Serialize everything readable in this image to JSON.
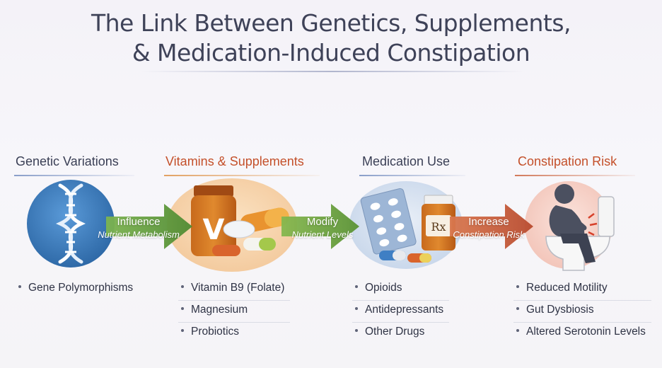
{
  "title": {
    "line1": "The Link Between Genetics, Supplements,",
    "line2": "& Medication-Induced Constipation"
  },
  "columns": [
    {
      "heading": "Genetic Variations",
      "heading_color": "#3a3f55",
      "items": [
        "Gene Polymorphisms"
      ],
      "icon": "dna-icon"
    },
    {
      "heading": "Vitamins & Supplements",
      "heading_color": "#c4502a",
      "items": [
        "Vitamin B9 (Folate)",
        "Magnesium",
        "Probiotics"
      ],
      "icon": "vitamin-bottle-icon",
      "bottle_letter": "V"
    },
    {
      "heading": "Medication Use",
      "heading_color": "#3a3f55",
      "items": [
        "Opioids",
        "Antidepressants",
        "Other Drugs"
      ],
      "icon": "medication-icon",
      "bottle_letter": "Rx"
    },
    {
      "heading": "Constipation Risk",
      "heading_color": "#c4502a",
      "items": [
        "Reduced Motility",
        "Gut Dysbiosis",
        "Altered Serotonin Levels"
      ],
      "icon": "person-on-toilet-icon"
    }
  ],
  "arrows": [
    {
      "line1": "Influence",
      "line2": "Nutrient Metabolism",
      "color": "#5e9a3c"
    },
    {
      "line1": "Modify",
      "line2": "Nutrient Levels",
      "color": "#6ea13c"
    },
    {
      "line1": "Increase",
      "line2": "Constipation Risk",
      "color": "#c4573a"
    }
  ],
  "colors": {
    "blue_circle": "#3f7fc4",
    "green_arrow": "#5e9a3c",
    "orange_arrow": "#c4573a",
    "accent_orange": "#c4502a"
  }
}
